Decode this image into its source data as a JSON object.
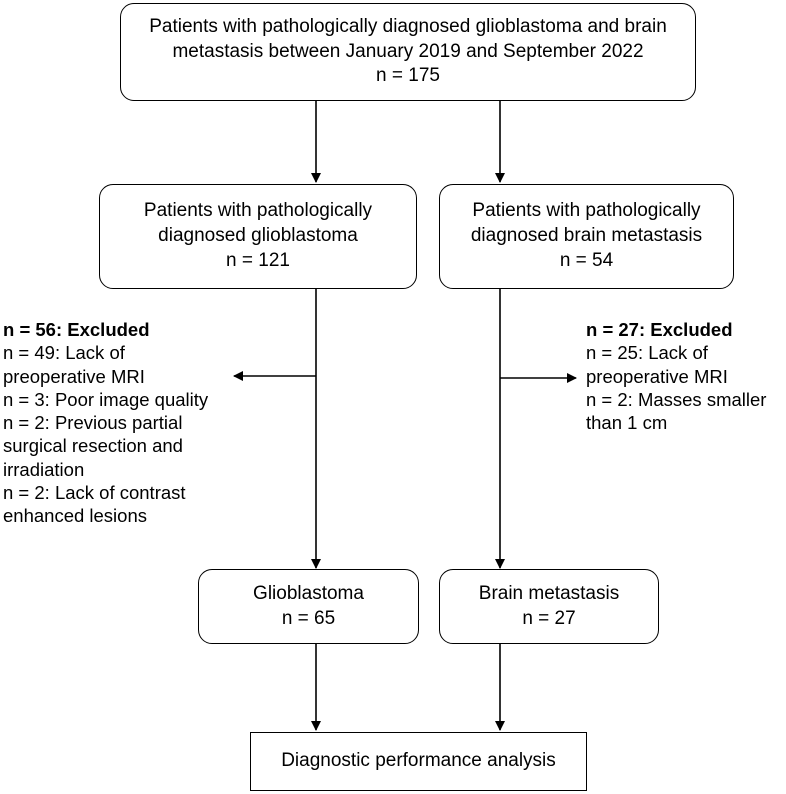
{
  "top_box": {
    "line1": "Patients with pathologically diagnosed glioblastoma and brain",
    "line2": "metastasis between January 2019 and September 2022",
    "count": "n = 175"
  },
  "gbm_box": {
    "line1": "Patients with pathologically",
    "line2": "diagnosed glioblastoma",
    "count": "n = 121"
  },
  "met_box": {
    "line1": "Patients with pathologically",
    "line2": "diagnosed brain metastasis",
    "count": "n = 54"
  },
  "gbm_excluded": {
    "header": "n = 56: Excluded",
    "lines": [
      "n = 49: Lack of",
      "preoperative MRI",
      "n = 3: Poor image quality",
      "n = 2: Previous partial",
      "surgical resection and",
      "irradiation",
      "n = 2: Lack of contrast",
      "enhanced lesions"
    ]
  },
  "met_excluded": {
    "header": "n = 27: Excluded",
    "lines": [
      "n = 25: Lack of",
      "preoperative MRI",
      "n = 2: Masses smaller",
      "than 1 cm"
    ]
  },
  "gbm_final": {
    "label": "Glioblastoma",
    "count": "n = 65"
  },
  "met_final": {
    "label": "Brain metastasis",
    "count": "n = 27"
  },
  "analysis_box": {
    "label": "Diagnostic performance analysis"
  }
}
